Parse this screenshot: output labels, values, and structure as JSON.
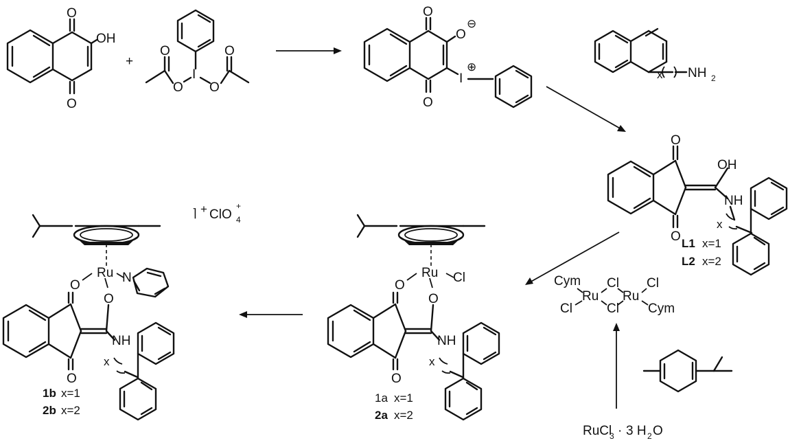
{
  "labels": {
    "plus": "+",
    "oh": "OH",
    "o": "O",
    "i": "I",
    "minus": "⊖",
    "plus_charge": "⊕",
    "x": "x",
    "nh2": "NH",
    "two": "2",
    "nh": "NH",
    "ru": "Ru",
    "cl": "Cl",
    "n": "N",
    "cym": "Cym",
    "clo4": "ClO",
    "four": "4",
    "charge_plus": "+",
    "dot": "·",
    "three_h2o": "3 H",
    "h2o_o": "O",
    "rucl": "RuCl",
    "three": "3"
  },
  "compounds": {
    "L1": {
      "name": "L1",
      "cond": "x=1"
    },
    "L2": {
      "name": "L2",
      "cond": "x=2"
    },
    "c1a": {
      "name": "1a",
      "cond": "x=1"
    },
    "c2a": {
      "name": "2a",
      "cond": "x=2"
    },
    "c1b": {
      "name": "1b",
      "cond": "x=1"
    },
    "c2b": {
      "name": "2b",
      "cond": "x=2"
    }
  }
}
